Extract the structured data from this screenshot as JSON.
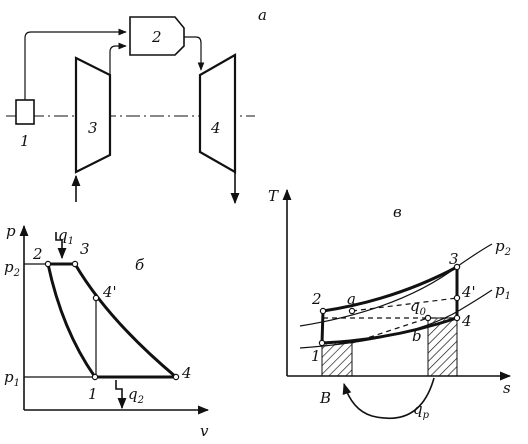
{
  "panel_a": {
    "panel_label": "a",
    "components": [
      "1",
      "2",
      "3",
      "4"
    ]
  },
  "panel_b": {
    "panel_label": "б",
    "y_axis": "p",
    "x_axis": "v",
    "pressure_high": "p",
    "pressure_high_sub": "2",
    "pressure_low": "p",
    "pressure_low_sub": "1",
    "heat_in": "q",
    "heat_in_sub": "1",
    "heat_out": "q",
    "heat_out_sub": "2",
    "points": [
      "1",
      "2",
      "3",
      "4'",
      "4"
    ]
  },
  "panel_c": {
    "panel_label": "в",
    "y_axis": "T",
    "x_axis": "s",
    "isobar_high": "p",
    "isobar_high_sub": "2",
    "isobar_low": "p",
    "isobar_low_sub": "1",
    "q0": "q",
    "q0_sub": "0",
    "qp": "q",
    "qp_sub": "p",
    "area_label": "B",
    "points": [
      "1",
      "2",
      "3",
      "4'",
      "4",
      "a",
      "b"
    ]
  }
}
